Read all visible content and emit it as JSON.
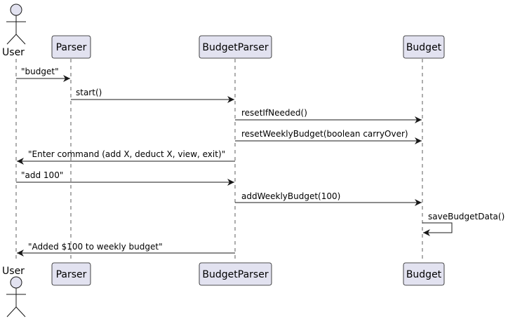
{
  "colors": {
    "participant_fill": "#e2e2f0",
    "participant_border": "#181818",
    "lifeline": "#181818",
    "arrow": "#181818"
  },
  "diagram": {
    "type": "sequence",
    "actor": {
      "label": "User",
      "icon": "stick-figure-icon"
    },
    "participants": [
      {
        "key": "parser",
        "label": "Parser"
      },
      {
        "key": "budget-parser",
        "label": "BudgetParser"
      },
      {
        "key": "budget",
        "label": "Budget"
      }
    ],
    "messages": [
      {
        "from": "user",
        "to": "parser",
        "label": "\"budget\""
      },
      {
        "from": "parser",
        "to": "budget-parser",
        "label": "start()"
      },
      {
        "from": "budget-parser",
        "to": "budget",
        "label": "resetIfNeeded()"
      },
      {
        "from": "budget-parser",
        "to": "budget",
        "label": "resetWeeklyBudget(boolean carryOver)"
      },
      {
        "from": "budget-parser",
        "to": "user",
        "label": "\"Enter command (add X, deduct X, view, exit)\""
      },
      {
        "from": "user",
        "to": "budget-parser",
        "label": "\"add 100\""
      },
      {
        "from": "budget-parser",
        "to": "budget",
        "label": "addWeeklyBudget(100)"
      },
      {
        "from": "budget",
        "to": "budget",
        "label": "saveBudgetData()"
      },
      {
        "from": "budget-parser",
        "to": "user",
        "label": "\"Added $100 to weekly budget\""
      }
    ]
  }
}
